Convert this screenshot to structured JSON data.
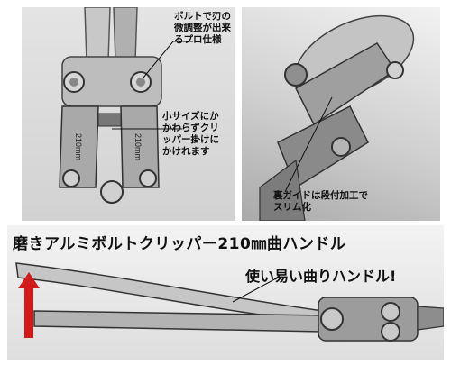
{
  "top_left": {
    "callout_bolt": "ボルトで刃の\n微調整が出来\nるプロ仕様",
    "callout_clip": "小サイズにか\nかわらずクリ\nッパー掛けに\nかけれます",
    "engraving_left": "210mm",
    "engraving_right": "210mm"
  },
  "top_right": {
    "callout_guide": "裏ガイドは段付加工で\nスリム化"
  },
  "bottom": {
    "title": "磨きアルミボルトクリッパー210㎜曲ハンドル",
    "tagline": "使い易い曲りハンドル!"
  },
  "colors": {
    "arrow": "#d11a1a",
    "metal": "#b9b9b9"
  }
}
